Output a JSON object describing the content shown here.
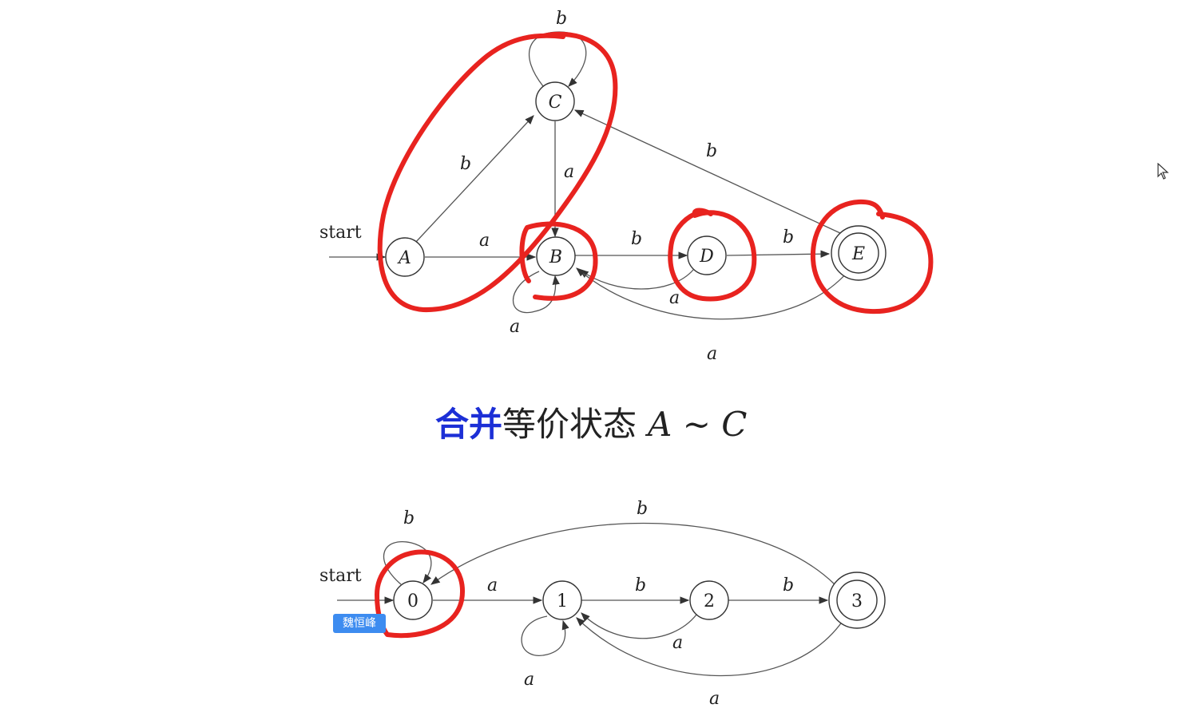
{
  "top_diagram": {
    "start_label": "start",
    "states": {
      "A": "A",
      "B": "B",
      "C": "C",
      "D": "D",
      "E": "E"
    },
    "edge_labels": {
      "C_loop": "b",
      "A_to_C": "b",
      "C_to_B": "a",
      "A_to_B": "a",
      "B_to_D": "b",
      "D_to_E": "b",
      "E_to_C": "b",
      "D_to_B": "a",
      "B_loop": "a",
      "E_to_B": "a"
    }
  },
  "caption": {
    "highlight": "合并",
    "text": "等价状态",
    "math": "A ~ C"
  },
  "bottom_diagram": {
    "start_label": "start",
    "states": {
      "s0": "0",
      "s1": "1",
      "s2": "2",
      "s3": "3"
    },
    "edge_labels": {
      "s0_loop": "b",
      "s3_to_s0": "b",
      "s0_to_s1": "a",
      "s1_to_s2": "b",
      "s2_to_s3": "b",
      "s2_to_s1": "a",
      "s1_loop": "a",
      "s3_to_s1": "a"
    }
  },
  "name_tag": "魏恒峰",
  "colors": {
    "annotation": "#e8231f",
    "highlight": "#1c2fd6",
    "tag": "#3d8cf0"
  },
  "icons": {
    "cursor": "mouse-pointer-icon"
  }
}
